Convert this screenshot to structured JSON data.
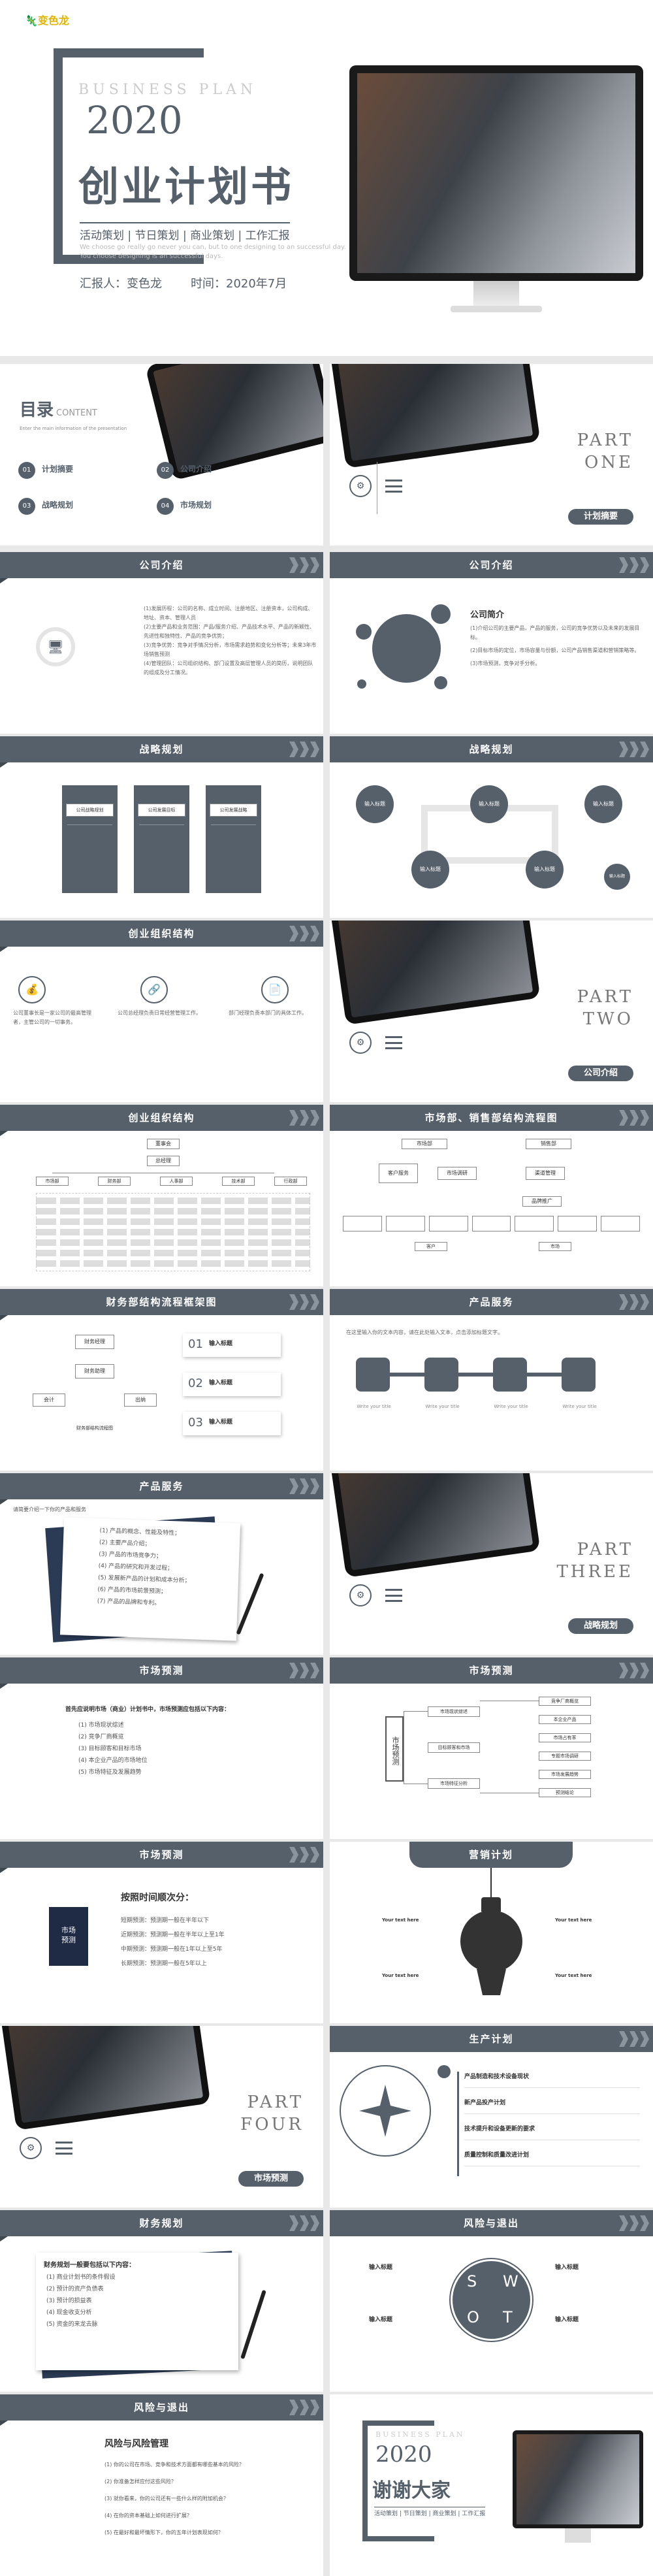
{
  "brand": {
    "logo_text": "变色龙"
  },
  "cover": {
    "eyebrow": "BUSINESS PLAN",
    "year": "2020",
    "title": "创业计划书",
    "subtitle": "活动策划 | 节日策划 | 商业策划 | 工作汇报",
    "reporter": "汇报人：变色龙",
    "time": "时间：2020年7月",
    "desc": "We choose go really go never you can, but to one designing to an successful day. You choose designing is an successful days."
  },
  "toc": {
    "title": "目录",
    "title_en": "CONTENT",
    "desc": "Enter the main information of the presentation",
    "items": [
      {
        "num": "01",
        "label": "计划摘要"
      },
      {
        "num": "02",
        "label": "公司介绍"
      },
      {
        "num": "03",
        "label": "战略规划"
      },
      {
        "num": "04",
        "label": "市场规划"
      }
    ]
  },
  "part_one": {
    "label": "PART\nONE",
    "pill": "计划摘要"
  },
  "part_two": {
    "label": "PART\nTWO",
    "pill": "公司介绍"
  },
  "part_three": {
    "label": "PART\nTHREE",
    "pill": "战略规划"
  },
  "part_four": {
    "label": "PART\nFOUR",
    "pill": "市场预测"
  },
  "company_a": {
    "title": "公司介绍",
    "items": [
      "(1)发展历程：公司的名称、成立时间、注册地区、注册资本，公司构成、地址、资本、管理人员",
      "(2)主要产品和业务范围：产品/服务介绍、产品技术水平、产品的新颖性、先进性和独特性、产品的竞争优势；",
      "(3)竞争优势：竞争对手情况分析，市场需求趋势和变化分析等；未来3年市场销售预测",
      "(4)管理团队：公司组织结构、部门设置及高层管理人员的简历，说明团队的组成及分工情况。"
    ]
  },
  "company_b": {
    "title": "公司介绍",
    "heading": "公司简介",
    "items": [
      "(1)介绍公司的主要产品，产品的服务，公司的竞争优势以及未来的发展目标。",
      "(2)目标市场的定位，市场容量与份额，公司产品销售渠道和营销策略等。",
      "(3)市场预测，竞争对手分析。"
    ]
  },
  "strategy_a": {
    "title": "战略规划",
    "cards": [
      "公司战略规划",
      "公司发展目标",
      "公司发展战略"
    ]
  },
  "strategy_b": {
    "title": "战略规划",
    "circles": [
      "输入标题",
      "输入标题",
      "输入标题",
      "输入标题",
      "输入标题",
      "输入标题"
    ]
  },
  "org_a": {
    "title": "创业组织结构",
    "items": [
      "公司董事长是一家公司的最高管理者，主管公司的一切事务。",
      "公司总经理负责日常经营管理工作。",
      "部门经理负责本部门的具体工作。"
    ]
  },
  "org_chart": {
    "title": "创业组织结构",
    "nodes": [
      "董事会",
      "总经理",
      "市场部",
      "财务部",
      "人事部",
      "技术部",
      "行政部"
    ]
  },
  "market_flow": {
    "title": "市场部、销售部结构流程图",
    "nodes": [
      "市场部",
      "销售部",
      "客户服务",
      "市场调研",
      "渠道管理",
      "品牌推广",
      "客户",
      "市场"
    ]
  },
  "finance": {
    "title": "财务部结构流程框架图",
    "nodes": [
      "财务经理",
      "财务助理",
      "会计",
      "出纳",
      "财务部结构流程图"
    ],
    "items": [
      {
        "num": "01",
        "label": "输入标题"
      },
      {
        "num": "02",
        "label": "输入标题"
      },
      {
        "num": "03",
        "label": "输入标题"
      }
    ]
  },
  "product": {
    "title": "产品服务",
    "desc": "在这里输入你的文本内容，请在此处输入文本，点击添加标题文字。",
    "labels": [
      "Write your title",
      "Write your title",
      "Write your title",
      "Write your title"
    ]
  },
  "product_b": {
    "title": "产品服务",
    "intro": "请简要介绍一下你的产品和服务",
    "items": [
      "(1) 产品的概念、性能及特性；",
      "(2) 主要产品介绍；",
      "(3) 产品的市场竞争力；",
      "(4) 产品的研究和开发过程；",
      "(5) 发展新产品的计划和成本分析；",
      "(6) 产品的市场前景预测；",
      "(7) 产品的品牌和专利。"
    ]
  },
  "forecast_a": {
    "title": "市场预测",
    "intro": "首先应说明市场（商业）计划书中，市场预测应包括以下内容：",
    "items": [
      "(1) 市场现状综述",
      "(2) 竞争厂商概览",
      "(3) 目标顾客和目标市场",
      "(4) 本企业产品的市场地位",
      "(5) 市场特征及发展趋势"
    ]
  },
  "forecast_b": {
    "title": "市场预测",
    "center": "市场预测",
    "mid": [
      "市场现状综述",
      "目标顾客和市场",
      "市场特征分析"
    ],
    "right": [
      "竞争厂商概览",
      "本企业产品",
      "市场占有率",
      "专题市场调研",
      "市场发展趋势",
      "预测结论"
    ]
  },
  "timeline": {
    "title": "市场预测",
    "heading": "按照时间顺次分：",
    "badge": "市场预测",
    "items": [
      "短期预测：预测期一般在半年以下",
      "近期预测：预测期一般在半年以上至1年",
      "中期预测：预测期一般在1年以上至5年",
      "长期预测：预测期一般在5年以上"
    ]
  },
  "marketing": {
    "title": "营销计划",
    "labels": [
      "Your text here",
      "Your text here",
      "Your text here",
      "Your text here"
    ]
  },
  "production": {
    "title": "生产计划",
    "items": [
      "产品制造和技术设备现状",
      "新产品投产计划",
      "技术提升和设备更新的要求",
      "质量控制和质量改进计划"
    ]
  },
  "fin_plan": {
    "title": "财务规划",
    "intro": "财务规划一般要包括以下内容：",
    "items": [
      "(1) 商业计划书的条件假设",
      "(2) 预计的资产负债表",
      "(3) 预计的损益表",
      "(4) 现金收支分析",
      "(5) 资金的来龙去脉"
    ]
  },
  "swot": {
    "title": "风险与退出",
    "letters": [
      "S",
      "W",
      "O",
      "T"
    ],
    "labels": [
      "输入标题",
      "输入标题",
      "输入标题",
      "输入标题"
    ]
  },
  "risk": {
    "title": "风险与退出",
    "heading": "风险与风险管理",
    "items": [
      "(1) 你的公司在市场、竞争和技术方面都有哪些基本的风险？",
      "(2) 你准备怎样应付这些风险？",
      "(3) 就你看来，你的公司还有一些什么样的附加机会？",
      "(4) 在你的资本基础上如何进行扩展？",
      "(5) 在最好和最坏情形下，你的五年计划表现如何？"
    ]
  },
  "end": {
    "eyebrow": "BUSINESS PLAN",
    "year": "2020",
    "title": "谢谢大家",
    "subtitle": "活动策划 | 节日策划 | 商业策划 | 工作汇报"
  }
}
